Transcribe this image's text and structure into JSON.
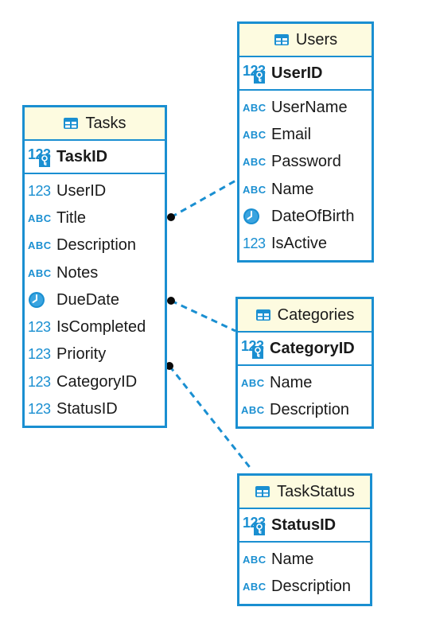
{
  "entities": {
    "users": {
      "title": "Users",
      "pk": "UserID",
      "columns": [
        {
          "type": "abc",
          "name": "UserName"
        },
        {
          "type": "abc",
          "name": "Email"
        },
        {
          "type": "abc",
          "name": "Password"
        },
        {
          "type": "abc",
          "name": "Name"
        },
        {
          "type": "date",
          "name": "DateOfBirth"
        },
        {
          "type": "num",
          "name": "IsActive"
        }
      ]
    },
    "tasks": {
      "title": "Tasks",
      "pk": "TaskID",
      "columns": [
        {
          "type": "num",
          "name": "UserID"
        },
        {
          "type": "abc",
          "name": "Title"
        },
        {
          "type": "abc",
          "name": "Description"
        },
        {
          "type": "abc",
          "name": "Notes"
        },
        {
          "type": "date",
          "name": "DueDate"
        },
        {
          "type": "num",
          "name": "IsCompleted"
        },
        {
          "type": "num",
          "name": "Priority"
        },
        {
          "type": "num",
          "name": "CategoryID"
        },
        {
          "type": "num",
          "name": "StatusID"
        }
      ]
    },
    "categories": {
      "title": "Categories",
      "pk": "CategoryID",
      "columns": [
        {
          "type": "abc",
          "name": "Name"
        },
        {
          "type": "abc",
          "name": "Description"
        }
      ]
    },
    "taskstatus": {
      "title": "TaskStatus",
      "pk": "StatusID",
      "columns": [
        {
          "type": "abc",
          "name": "Name"
        },
        {
          "type": "abc",
          "name": "Description"
        }
      ]
    }
  },
  "type_glyphs": {
    "num": "123",
    "abc": "ABC"
  },
  "colors": {
    "accent": "#1a8fd1",
    "header_bg": "#fdfbe0",
    "connector": "#1a8fd1"
  }
}
